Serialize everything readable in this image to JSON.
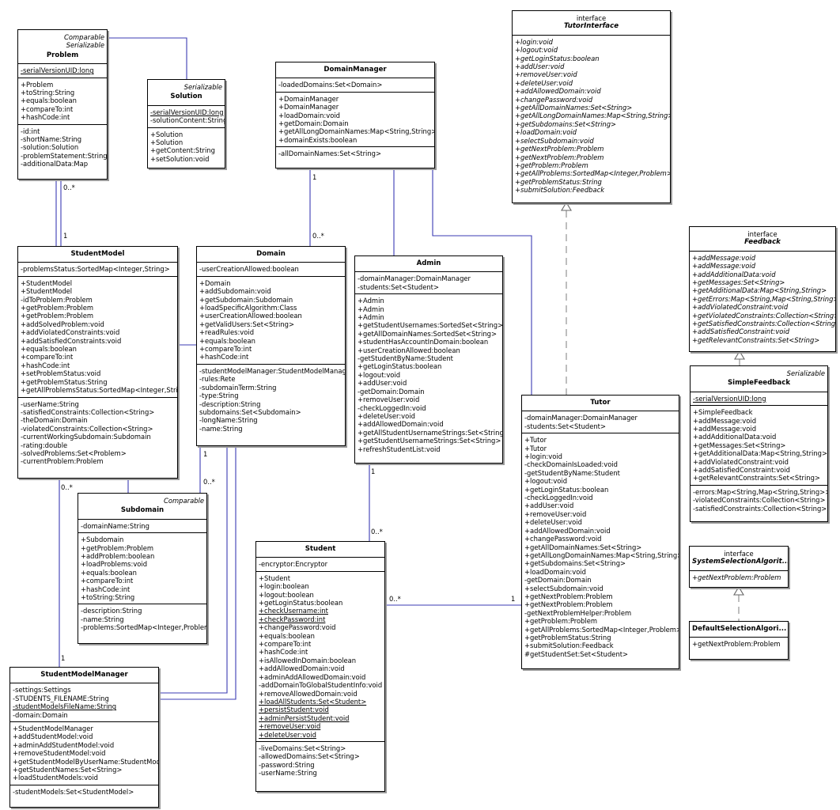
{
  "classes": {
    "problem": {
      "stereotypes": [
        "Comparable",
        "Serializable"
      ],
      "name": "Problem",
      "sections": [
        [
          {
            "t": "-serialVersionUID:long",
            "u": true
          }
        ],
        [
          {
            "t": "+Problem"
          },
          {
            "t": "+toString:String"
          },
          {
            "t": "+equals:boolean"
          },
          {
            "t": "+compareTo:int"
          },
          {
            "t": "+hashCode:int"
          }
        ],
        [
          {
            "t": "-id:int"
          },
          {
            "t": "-shortName:String"
          },
          {
            "t": "-solution:Solution"
          },
          {
            "t": "-problemStatement:String"
          },
          {
            "t": "-additionalData:Map"
          }
        ]
      ]
    },
    "solution": {
      "stereotypes": [
        "Serializable"
      ],
      "name": "Solution",
      "sections": [
        [
          {
            "t": "-serialVersionUID:long",
            "u": true
          },
          {
            "t": "-solutionContent:String"
          }
        ],
        [
          {
            "t": "+Solution"
          },
          {
            "t": "+Solution"
          },
          {
            "t": "+getContent:String"
          },
          {
            "t": "+setSolution:void"
          }
        ]
      ]
    },
    "domain_manager": {
      "stereotypes": [],
      "name": "DomainManager",
      "sections": [
        [
          {
            "t": "-loadedDomains:Set<Domain>"
          }
        ],
        [
          {
            "t": "+DomainManager"
          },
          {
            "t": "+DomainManager"
          },
          {
            "t": "+loadDomain:void"
          },
          {
            "t": "+getDomain:Domain"
          },
          {
            "t": "+getAllLongDomainNames:Map<String,String>"
          },
          {
            "t": "+domainExists:boolean"
          }
        ],
        [
          {
            "t": "-allDomainNames:Set<String>"
          }
        ]
      ]
    },
    "tutor_interface": {
      "stereotypes": [
        "interface"
      ],
      "name": "TutorInterface",
      "italic": true,
      "sections": [
        [
          {
            "t": "+login:void",
            "i": true
          },
          {
            "t": "+logout:void",
            "i": true
          },
          {
            "t": "+getLoginStatus:boolean",
            "i": true
          },
          {
            "t": "+addUser:void",
            "i": true
          },
          {
            "t": "+removeUser:void",
            "i": true
          },
          {
            "t": "+deleteUser:void",
            "i": true
          },
          {
            "t": "+addAllowedDomain:void",
            "i": true
          },
          {
            "t": "+changePassword:void",
            "i": true
          },
          {
            "t": "+getAllDomainNames:Set<String>",
            "i": true
          },
          {
            "t": "+getAllLongDomainNames:Map<String,String>",
            "i": true
          },
          {
            "t": "+getSubdomains:Set<String>",
            "i": true
          },
          {
            "t": "+loadDomain:void",
            "i": true
          },
          {
            "t": "+selectSubdomain:void",
            "i": true
          },
          {
            "t": "+getNextProblem:Problem",
            "i": true
          },
          {
            "t": "+getNextProblem:Problem",
            "i": true
          },
          {
            "t": "+getProblem:Problem",
            "i": true
          },
          {
            "t": "+getAllProblems:SortedMap<Integer,Problem>",
            "i": true
          },
          {
            "t": "+getProblemStatus:String",
            "i": true
          },
          {
            "t": "+submitSolution:Feedback",
            "i": true
          }
        ]
      ]
    },
    "feedback": {
      "stereotypes": [
        "interface"
      ],
      "name": "Feedback",
      "italic": true,
      "sections": [
        [
          {
            "t": "+addMessage:void",
            "i": true
          },
          {
            "t": "+addMessage:void",
            "i": true
          },
          {
            "t": "+addAdditionalData:void",
            "i": true
          },
          {
            "t": "+getMessages:Set<String>",
            "i": true
          },
          {
            "t": "+getAdditionalData:Map<String,String>",
            "i": true
          },
          {
            "t": "+getErrors:Map<String,Map<String,String>>",
            "i": true
          },
          {
            "t": "+addViolatedConstraint:void",
            "i": true
          },
          {
            "t": "+getViolatedConstraints:Collection<String>",
            "i": true
          },
          {
            "t": "+getSatisfiedConstraints:Collection<String>",
            "i": true
          },
          {
            "t": "+addSatisfiedConstraint:void",
            "i": true
          },
          {
            "t": "+getRelevantConstraints:Set<String>",
            "i": true
          }
        ]
      ]
    },
    "student_model": {
      "stereotypes": [],
      "name": "StudentModel",
      "sections": [
        [
          {
            "t": "-problemsStatus:SortedMap<Integer,String>"
          }
        ],
        [
          {
            "t": "+StudentModel"
          },
          {
            "t": "+StudentModel"
          },
          {
            "t": "-idToProblem:Problem"
          },
          {
            "t": "+getProblem:Problem"
          },
          {
            "t": "+getProblem:Problem"
          },
          {
            "t": "+addSolvedProblem:void"
          },
          {
            "t": "+addViolatedConstraints:void"
          },
          {
            "t": "+addSatisfiedConstraints:void"
          },
          {
            "t": "+equals:boolean"
          },
          {
            "t": "+compareTo:int"
          },
          {
            "t": "+hashCode:int"
          },
          {
            "t": "+setProblemStatus:void"
          },
          {
            "t": "+getProblemStatus:String"
          },
          {
            "t": "+getAllProblemsStatus:SortedMap<Integer,String>"
          }
        ],
        [
          {
            "t": "-userName:String"
          },
          {
            "t": "-satisfiedConstraints:Collection<String>"
          },
          {
            "t": "-theDomain:Domain"
          },
          {
            "t": "-violatedConstraints:Collection<String>"
          },
          {
            "t": "-currentWorkingSubdomain:Subdomain"
          },
          {
            "t": "-rating:double"
          },
          {
            "t": "-solvedProblems:Set<Problem>"
          },
          {
            "t": "-currentProblem:Problem"
          }
        ]
      ]
    },
    "domain": {
      "stereotypes": [],
      "name": "Domain",
      "sections": [
        [
          {
            "t": "-userCreationAllowed:boolean"
          }
        ],
        [
          {
            "t": "+Domain"
          },
          {
            "t": "+addSubdomain:void"
          },
          {
            "t": "+getSubdomain:Subdomain"
          },
          {
            "t": "+loadSpecificAlgorithm:Class"
          },
          {
            "t": "+userCreationAllowed:boolean"
          },
          {
            "t": "+getValidUsers:Set<String>"
          },
          {
            "t": "+readRules:void"
          },
          {
            "t": "+equals:boolean"
          },
          {
            "t": "+compareTo:int"
          },
          {
            "t": "+hashCode:int"
          }
        ],
        [
          {
            "t": "-studentModelManager:StudentModelManager"
          },
          {
            "t": "-rules:Rete"
          },
          {
            "t": "-subdomainTerm:String"
          },
          {
            "t": "-type:String"
          },
          {
            "t": "-description:String"
          },
          {
            "t": "subdomains:Set<Subdomain>"
          },
          {
            "t": "-longName:String"
          },
          {
            "t": "-name:String"
          }
        ]
      ]
    },
    "admin": {
      "stereotypes": [],
      "name": "Admin",
      "sections": [
        [
          {
            "t": "-domainManager:DomainManager"
          },
          {
            "t": "-students:Set<Student>"
          }
        ],
        [
          {
            "t": "+Admin"
          },
          {
            "t": "+Admin"
          },
          {
            "t": "+Admin"
          },
          {
            "t": "+getStudentUsernames:SortedSet<String>"
          },
          {
            "t": "+getAllDomainNames:SortedSet<String>"
          },
          {
            "t": "+studentHasAccountInDomain:boolean"
          },
          {
            "t": "+userCreationAllowed:boolean"
          },
          {
            "t": "-getStudentByName:Student"
          },
          {
            "t": "+getLoginStatus:boolean"
          },
          {
            "t": "+logout:void"
          },
          {
            "t": "+addUser:void"
          },
          {
            "t": "-getDomain:Domain"
          },
          {
            "t": "+removeUser:void"
          },
          {
            "t": "-checkLoggedIn:void"
          },
          {
            "t": "+deleteUser:void"
          },
          {
            "t": "+addAllowedDomain:void"
          },
          {
            "t": "+getAllStudentUsernameStrings:Set<String>"
          },
          {
            "t": "+getStudentUsernameStrings:Set<String>"
          },
          {
            "t": "+refreshStudentList:void"
          }
        ]
      ]
    },
    "simple_feedback": {
      "stereotypes": [
        "Serializable"
      ],
      "name": "SimpleFeedback",
      "sections": [
        [
          {
            "t": "-serialVersionUID:long",
            "u": true
          }
        ],
        [
          {
            "t": "+SimpleFeedback"
          },
          {
            "t": "+addMessage:void"
          },
          {
            "t": "+addMessage:void"
          },
          {
            "t": "+addAdditionalData:void"
          },
          {
            "t": "+getMessages:Set<String>"
          },
          {
            "t": "+getAdditionalData:Map<String,String>"
          },
          {
            "t": "+addViolatedConstraint:void"
          },
          {
            "t": "+addSatisfiedConstraint:void"
          },
          {
            "t": "+getRelevantConstraints:Set<String>"
          }
        ],
        [
          {
            "t": "-errors:Map<String,Map<String,String>>"
          },
          {
            "t": "-violatedConstraints:Collection<String>"
          },
          {
            "t": "-satisfiedConstraints:Collection<String>"
          }
        ]
      ]
    },
    "tutor": {
      "stereotypes": [],
      "name": "Tutor",
      "sections": [
        [
          {
            "t": "-domainManager:DomainManager"
          },
          {
            "t": "-students:Set<Student>"
          }
        ],
        [
          {
            "t": "+Tutor"
          },
          {
            "t": "+Tutor"
          },
          {
            "t": "+login:void"
          },
          {
            "t": "-checkDomainIsLoaded:void"
          },
          {
            "t": "-getStudentByName:Student"
          },
          {
            "t": "+logout:void"
          },
          {
            "t": "+getLoginStatus:boolean"
          },
          {
            "t": "-checkLoggedIn:void"
          },
          {
            "t": "+addUser:void"
          },
          {
            "t": "+removeUser:void"
          },
          {
            "t": "+deleteUser:void"
          },
          {
            "t": "+addAllowedDomain:void"
          },
          {
            "t": "+changePassword:void"
          },
          {
            "t": "+getAllDomainNames:Set<String>"
          },
          {
            "t": "+getAllLongDomainNames:Map<String,String>"
          },
          {
            "t": "+getSubdomains:Set<String>"
          },
          {
            "t": "+loadDomain:void"
          },
          {
            "t": "-getDomain:Domain"
          },
          {
            "t": "+selectSubdomain:void"
          },
          {
            "t": "+getNextProblem:Problem"
          },
          {
            "t": "+getNextProblem:Problem"
          },
          {
            "t": "-getNextProblemHelper:Problem"
          },
          {
            "t": "+getProblem:Problem"
          },
          {
            "t": "+getAllProblems:SortedMap<Integer,Problem>"
          },
          {
            "t": "+getProblemStatus:String"
          },
          {
            "t": "+submitSolution:Feedback"
          },
          {
            "t": "#getStudentSet:Set<Student>"
          }
        ]
      ]
    },
    "subdomain": {
      "stereotypes": [
        "Comparable"
      ],
      "name": "Subdomain",
      "sections": [
        [
          {
            "t": "-domainName:String"
          }
        ],
        [
          {
            "t": "+Subdomain"
          },
          {
            "t": "+getProblem:Problem"
          },
          {
            "t": "+addProblem:boolean"
          },
          {
            "t": "+loadProblems:void"
          },
          {
            "t": "+equals:boolean"
          },
          {
            "t": "+compareTo:int"
          },
          {
            "t": "+hashCode:int"
          },
          {
            "t": "+toString:String"
          }
        ],
        [
          {
            "t": "-description:String"
          },
          {
            "t": "-name:String"
          },
          {
            "t": "-problems:SortedMap<Integer,Problem>"
          }
        ]
      ]
    },
    "system_selection": {
      "stereotypes": [
        "interface"
      ],
      "name": "SystemSelectionAlgorit...",
      "italic": true,
      "sections": [
        [
          {
            "t": "+getNextProblem:Problem",
            "i": true
          }
        ]
      ]
    },
    "default_selection": {
      "stereotypes": [],
      "name": "DefaultSelectionAlgori...",
      "sections": [
        [
          {
            "t": "+getNextProblem:Problem"
          }
        ]
      ]
    },
    "student": {
      "stereotypes": [],
      "name": "Student",
      "sections": [
        [
          {
            "t": "-encryptor:Encryptor"
          }
        ],
        [
          {
            "t": "+Student"
          },
          {
            "t": "+login:boolean"
          },
          {
            "t": "+logout:boolean"
          },
          {
            "t": "+getLoginStatus:boolean"
          },
          {
            "t": "+checkUsername:int",
            "u": true
          },
          {
            "t": "+checkPassword:int",
            "u": true
          },
          {
            "t": "+changePassword:void"
          },
          {
            "t": "+equals:boolean"
          },
          {
            "t": "+compareTo:int"
          },
          {
            "t": "+hashCode:int"
          },
          {
            "t": "+isAllowedInDomain:boolean"
          },
          {
            "t": "+addAllowedDomain:void"
          },
          {
            "t": "+adminAddAllowedDomain:void"
          },
          {
            "t": "-addDomainToGlobalStudentInfo:void"
          },
          {
            "t": "+removeAllowedDomain:void"
          },
          {
            "t": "+loadAllStudents:Set<Student>",
            "u": true
          },
          {
            "t": "+persistStudent:void",
            "u": true
          },
          {
            "t": "+adminPersistStudent:void",
            "u": true
          },
          {
            "t": "+removeUser:void",
            "u": true
          },
          {
            "t": "+deleteUser:void",
            "u": true
          }
        ],
        [
          {
            "t": "-liveDomains:Set<String>"
          },
          {
            "t": "-allowedDomains:Set<String>"
          },
          {
            "t": "-password:String"
          },
          {
            "t": "-userName:String"
          }
        ]
      ]
    },
    "student_model_manager": {
      "stereotypes": [],
      "name": "StudentModelManager",
      "sections": [
        [
          {
            "t": "-settings:Settings"
          },
          {
            "t": "-STUDENTS_FILENAME:String"
          },
          {
            "t": "-studentModelsFileName:String",
            "u": true
          },
          {
            "t": "-domain:Domain"
          }
        ],
        [
          {
            "t": "+StudentModelManager"
          },
          {
            "t": "+addStudentModel:void"
          },
          {
            "t": "+adminAddStudentModel:void"
          },
          {
            "t": "+removeStudentModel:void"
          },
          {
            "t": "+getStudentModelByUserName:StudentModel"
          },
          {
            "t": "+getStudentNames:Set<String>"
          },
          {
            "t": "+loadStudentModels:void"
          }
        ],
        [
          {
            "t": "-studentModels:Set<StudentModel>"
          }
        ]
      ]
    }
  },
  "multiplicities": {
    "problem_sm_a": "0..*",
    "problem_sm_b": "1",
    "dm_domain_a": "1",
    "dm_domain_b": "0..*",
    "domain_sub_a": "1",
    "domain_sub_b": "0..*",
    "sm_smm_a": "0..*",
    "sm_smm_b": "1",
    "admin_student_a": "1",
    "admin_student_b": "0..*",
    "student_tutor_a": "0..*",
    "student_tutor_b": "1"
  },
  "colors": {
    "association": "#3b3bb3",
    "border": "#000000",
    "realization": "#888888",
    "shadow": "#9a9a9a"
  }
}
